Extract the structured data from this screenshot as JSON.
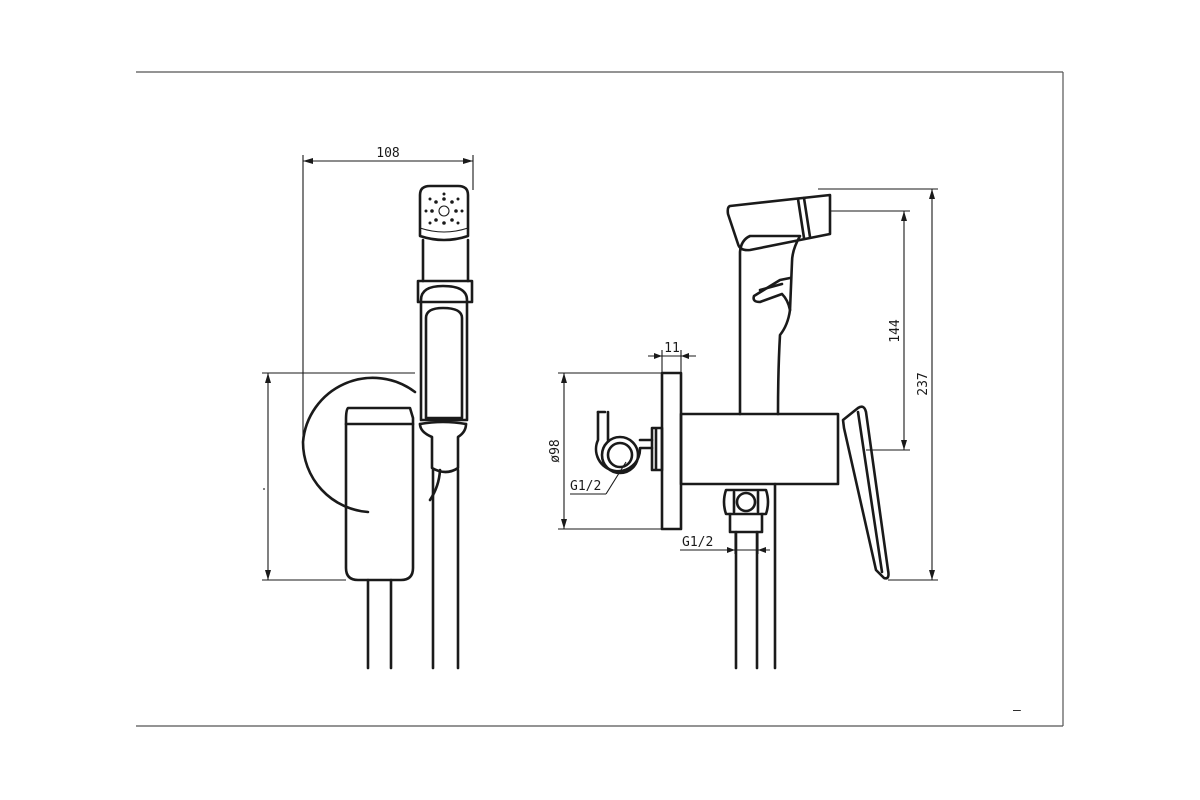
{
  "dimensions": {
    "width_front": "108",
    "flange_thickness": "11",
    "flange_diameter": "ø98",
    "thread_inlet": "G1/2",
    "thread_hose": "G1/2",
    "height_sprayer": "144",
    "height_total": "237",
    "corner_mark": "—"
  }
}
